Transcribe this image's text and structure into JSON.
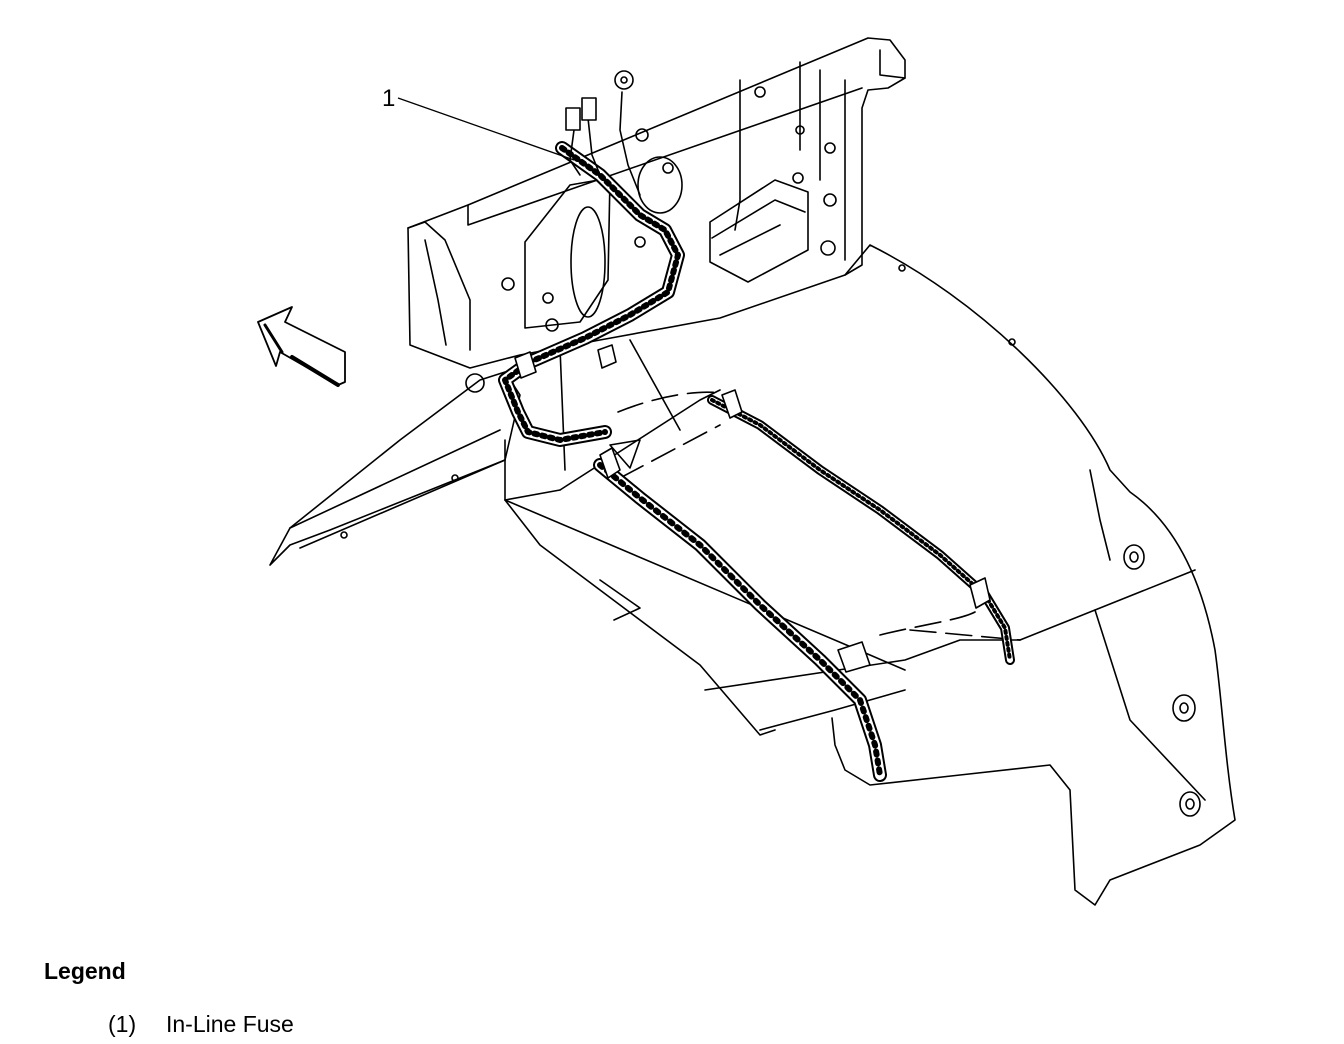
{
  "diagram": {
    "callouts": [
      {
        "label": "1"
      }
    ]
  },
  "legend": {
    "title": "Legend",
    "items": [
      {
        "number": "(1)",
        "text": "In-Line Fuse"
      }
    ]
  },
  "colors": {
    "line": "#000000",
    "background": "#ffffff"
  }
}
